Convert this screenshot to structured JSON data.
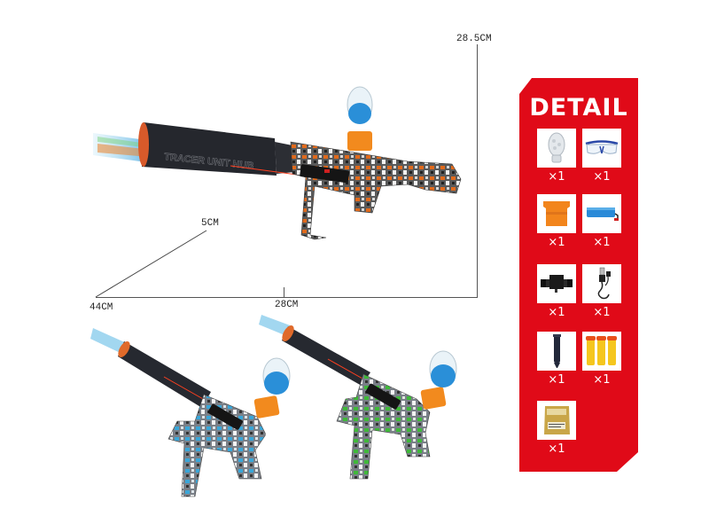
{
  "dimensions": {
    "height": "28.5CM",
    "depth": "5CM",
    "length_total": "44CM",
    "length_body": "28CM"
  },
  "products": [
    {
      "variant": "orange",
      "color": "#e06a1c",
      "barrel_text": "TRACER UNIT HUB"
    },
    {
      "variant": "blue",
      "color": "#3aa6d8"
    },
    {
      "variant": "green",
      "color": "#3fb83a"
    }
  ],
  "detail_panel": {
    "title": "DETAIL",
    "accent_color": "#e00a18",
    "items": [
      {
        "name": "gel-ball-hopper",
        "qty": "×1"
      },
      {
        "name": "safety-goggles",
        "qty": "×1"
      },
      {
        "name": "hopper-adapter",
        "qty": "×1"
      },
      {
        "name": "battery-pack",
        "qty": "×1"
      },
      {
        "name": "laser-sight",
        "qty": "×1"
      },
      {
        "name": "usb-charging-cable",
        "qty": "×1"
      },
      {
        "name": "tracer-tube",
        "qty": "×1"
      },
      {
        "name": "foam-darts",
        "qty": "×1"
      },
      {
        "name": "gel-ball-pack",
        "qty": "×1"
      }
    ]
  }
}
